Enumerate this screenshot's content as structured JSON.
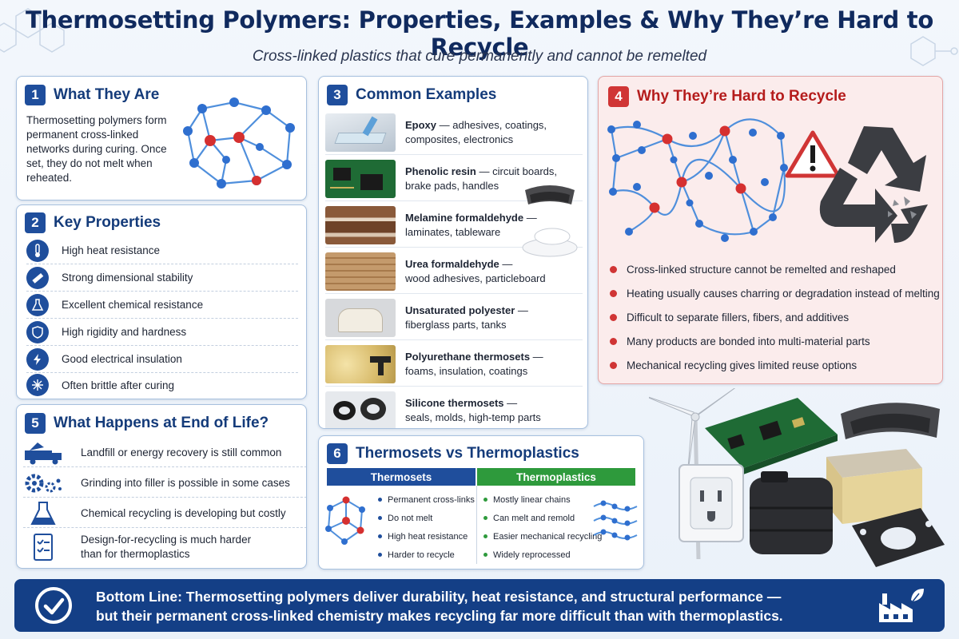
{
  "header": {
    "title": "Thermosetting Polymers: Properties, Examples & Why They’re Hard to Recycle",
    "subtitle": "Cross-linked plastics that cure permanently and cannot be remelted"
  },
  "colors": {
    "navy": "#143f86",
    "blue": "#1f4e9c",
    "red": "#d03535",
    "green": "#2e9a3c"
  },
  "s1": {
    "num": "1",
    "title": "What They Are",
    "text": "Thermosetting polymers form permanent cross-linked networks during curing. Once set, they do not melt when reheated."
  },
  "s2": {
    "num": "2",
    "title": "Key Properties",
    "items": [
      {
        "icon": "thermometer-icon",
        "label": "High heat resistance"
      },
      {
        "icon": "ruler-icon",
        "label": "Strong dimensional stability"
      },
      {
        "icon": "flask-icon",
        "label": "Excellent chemical resistance"
      },
      {
        "icon": "shield-icon",
        "label": "High rigidity and hardness"
      },
      {
        "icon": "lightning-icon",
        "label": "Good electrical insulation"
      },
      {
        "icon": "crack-icon",
        "label": "Often brittle after curing"
      }
    ]
  },
  "s3": {
    "num": "3",
    "title": "Common Examples",
    "items": [
      {
        "name": "Epoxy",
        "line1": " — adhesives, coatings,",
        "line2": "composites, electronics"
      },
      {
        "name": "Phenolic resin",
        "line1": " — circuit boards,",
        "line2": "brake pads, handles"
      },
      {
        "name": "Melamine formaldehyde",
        "line1": " —",
        "line2": "laminates, tableware"
      },
      {
        "name": "Urea formaldehyde",
        "line1": " —",
        "line2": "wood adhesives, particleboard"
      },
      {
        "name": "Unsaturated polyester",
        "line1": " —",
        "line2": "fiberglass parts, tanks"
      },
      {
        "name": "Polyurethane thermosets",
        "line1": " —",
        "line2": "foams, insulation, coatings"
      },
      {
        "name": "Silicone thermosets",
        "line1": " —",
        "line2": "seals, molds, high-temp parts"
      }
    ]
  },
  "s4": {
    "num": "4",
    "title": "Why They’re Hard to Recycle",
    "items": [
      "Cross-linked structure cannot be remelted and reshaped",
      "Heating usually causes charring or degradation instead of melting",
      "Difficult to separate fillers, fibers, and additives",
      "Many products are bonded into multi-material parts",
      "Mechanical recycling gives limited reuse options"
    ]
  },
  "s5": {
    "num": "5",
    "title": "What Happens at End of Life?",
    "items": [
      {
        "icon": "landfill-truck-icon",
        "line1": "Landfill or energy recovery is still common",
        "line2": ""
      },
      {
        "icon": "gears-icon",
        "line1": "Grinding into filler is possible in some cases",
        "line2": ""
      },
      {
        "icon": "flask-icon",
        "line1": "Chemical recycling is developing but costly",
        "line2": ""
      },
      {
        "icon": "checklist-icon",
        "line1": "Design-for-recycling is much harder",
        "line2": "than for thermoplastics"
      }
    ]
  },
  "s6": {
    "num": "6",
    "title": "Thermosets vs Thermoplastics",
    "left_head": "Thermosets",
    "right_head": "Thermoplastics",
    "left_items": [
      "Permanent cross-links",
      "Do not melt",
      "High heat resistance",
      "Harder to recycle"
    ],
    "right_items": [
      "Mostly linear chains",
      "Can melt and remold",
      "Easier mechanical recycling",
      "Widely reprocessed"
    ]
  },
  "bottom": {
    "line1": "Bottom Line: Thermosetting polymers deliver durability, heat resistance, and structural performance —",
    "line2": "but their permanent cross-linked chemistry makes recycling far more difficult than with thermoplastics."
  }
}
